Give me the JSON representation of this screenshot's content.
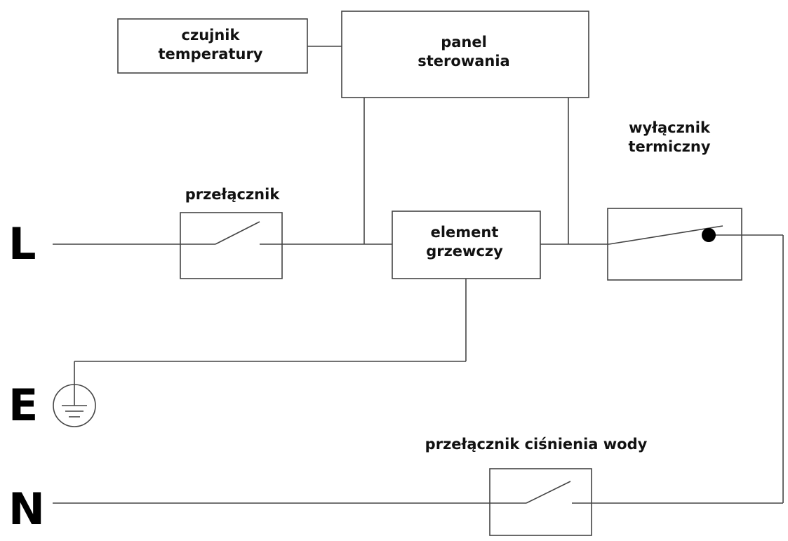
{
  "lines": {
    "live": "L",
    "earth": "E",
    "neutral": "N"
  },
  "components": {
    "temperature_sensor": {
      "line1": "czujnik",
      "line2": "temperatury"
    },
    "control_panel": {
      "line1": "panel",
      "line2": "sterowania"
    },
    "heating_element": {
      "line1": "element",
      "line2": "grzewczy"
    },
    "switch": {
      "label": "przełącznik"
    },
    "thermal_cutout": {
      "line1": "wyłącznik",
      "line2": "termiczny"
    },
    "water_pressure_switch": {
      "label": "przełącznik ciśnienia wody"
    }
  }
}
